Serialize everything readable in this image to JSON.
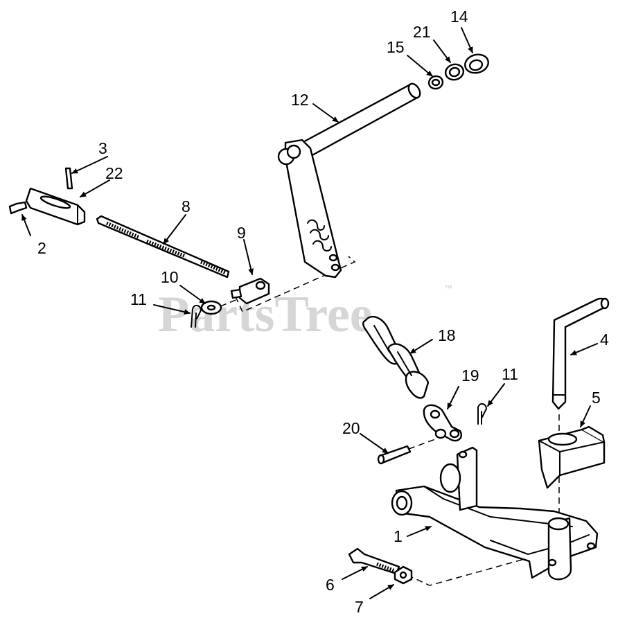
{
  "watermark": {
    "text": "PartsTree",
    "trademark": "™"
  },
  "callouts": {
    "c1": "1",
    "c2": "2",
    "c3": "3",
    "c4": "4",
    "c5": "5",
    "c6": "6",
    "c7": "7",
    "c8": "8",
    "c9": "9",
    "c10": "10",
    "c11a": "11",
    "c11b": "11",
    "c12": "12",
    "c14": "14",
    "c15": "15",
    "c18": "18",
    "c19": "19",
    "c20": "20",
    "c21": "21",
    "c22": "22"
  }
}
